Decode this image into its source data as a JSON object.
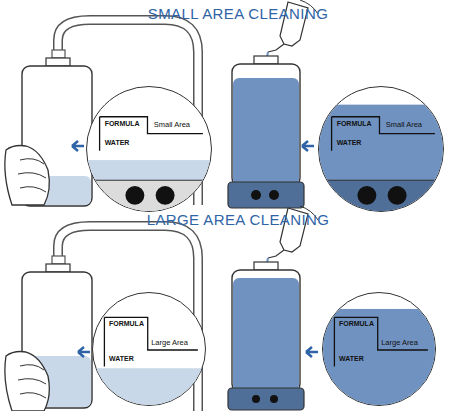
{
  "diagram": {
    "nodes": [
      {
        "text": [
          "FORMULA",
          "WATER",
          "Small Area"
        ]
      },
      {
        "text": [
          "FORMULA",
          "WATER",
          "Small Area"
        ]
      },
      {
        "text": [
          "FORMULA",
          "WATER",
          "Large Area"
        ]
      },
      {
        "text": [
          "FORMULA",
          "WATER",
          "Large Area"
        ]
      }
    ],
    "labels": [
      "SMALL AREA CLEANING",
      "LARGE AREA CLEANING"
    ]
  }
}
